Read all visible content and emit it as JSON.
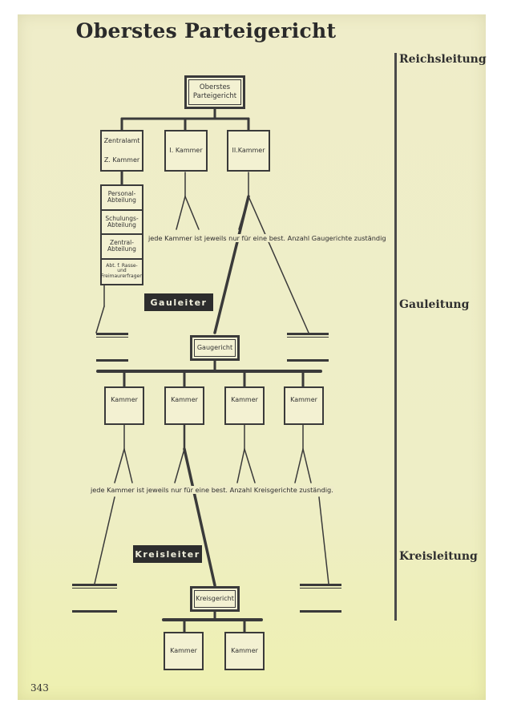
{
  "title": "Oberstes Parteigericht",
  "levels": {
    "reich": "Reichsleitung",
    "gau": "Gauleitung",
    "kreis": "Kreisleitung"
  },
  "top": {
    "oberstes_line1": "Oberstes",
    "oberstes_line2": "Parteigericht"
  },
  "reich_boxes": {
    "zentralamt": "Zentralamt",
    "z_kammer": "Z. Kammer",
    "kammer1": "I. Kammer",
    "kammer2": "II.Kammer"
  },
  "stack": [
    "Personal-Abteilung",
    "Schulungs-Abteilung",
    "Zentral-Abteilung",
    "Abt. f. Rasse- und Freimaurerfragen"
  ],
  "note_gau": "jede Kammer ist jeweils nur für eine best. Anzahl Gaugerichte zuständig",
  "badge_gau": "Gauleiter",
  "gaugericht": "Gaugericht",
  "gau_kammern": [
    "Kammer",
    "Kammer",
    "Kammer",
    "Kammer"
  ],
  "note_kreis": "jede Kammer ist jeweils nur für eine best. Anzahl Kreisgerichte zuständig.",
  "badge_kreis": "Kreisleiter",
  "kreisgericht": "Kreisgericht",
  "kreis_kammern": [
    "Kammer",
    "Kammer"
  ],
  "page_number": "343"
}
